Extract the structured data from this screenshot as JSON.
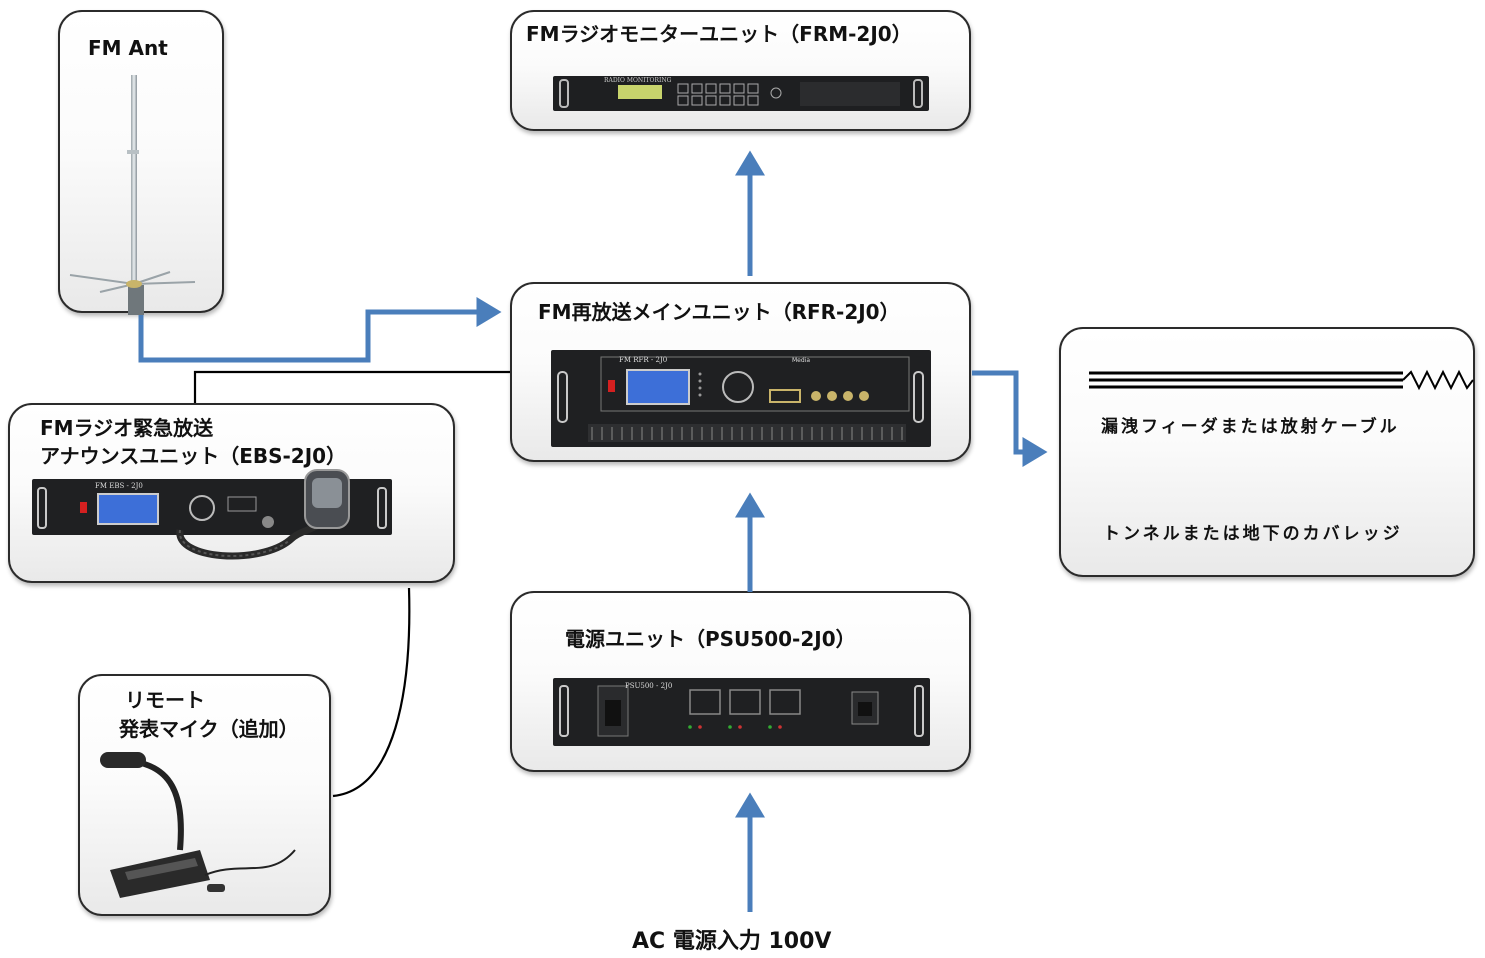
{
  "antenna": {
    "label": "FM Ant"
  },
  "monitor": {
    "label": "FMラジオモニターユニット（FRM-2J0）",
    "panel_text": "RADIO MONITORING"
  },
  "main": {
    "label": "FM再放送メインユニット（RFR-2J0）",
    "panel_text": "FM RFR - 2J0",
    "brand": "Media"
  },
  "emergency": {
    "line1": "FMラジオ緊急放送",
    "line2": "アナウンスユニット（EBS-2J0）",
    "panel_text": "FM EBS - 2J0"
  },
  "remote": {
    "line1": "リモート",
    "line2": "発表マイク（追加）"
  },
  "psu": {
    "label": "電源ユニット（PSU500-2J0）",
    "panel_text": "PSU500 - 2J0"
  },
  "coverage": {
    "line1": "漏洩フィーダまたは放射ケーブル",
    "line2": "トンネルまたは地下のカバレッジ"
  },
  "ac_input": {
    "label": "AC 電源入力 100V"
  },
  "colors": {
    "arrow": "#4a7ebb",
    "line": "#000000"
  }
}
